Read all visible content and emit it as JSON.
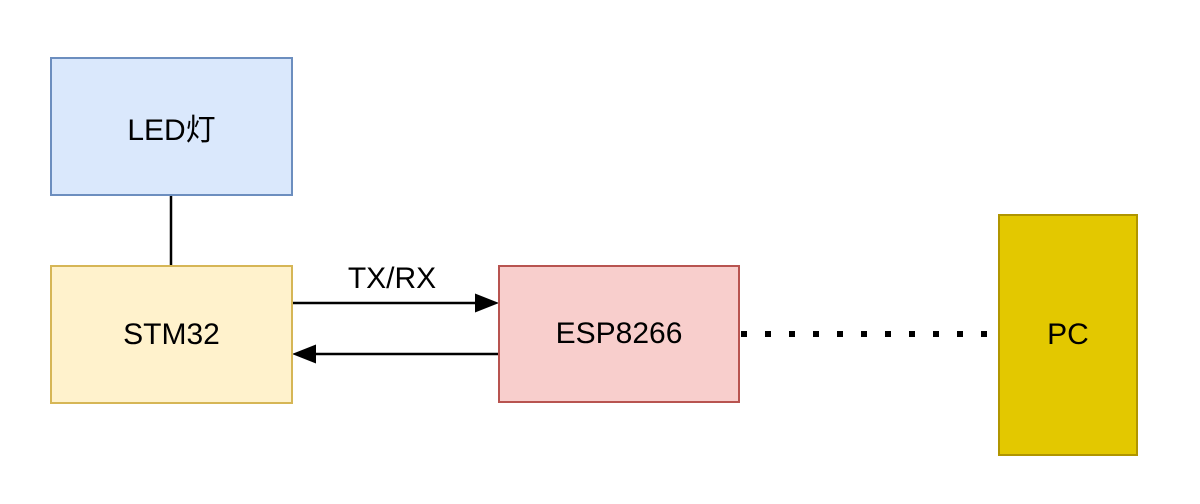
{
  "diagram": {
    "background": "#ffffff",
    "line_color": "#000000",
    "nodes": [
      {
        "id": "led",
        "label": "LED灯",
        "fill": "#dae8fc",
        "border": "#6c8ebf"
      },
      {
        "id": "stm32",
        "label": "STM32",
        "fill": "#fff2cc",
        "border": "#d6b656"
      },
      {
        "id": "esp8266",
        "label": "ESP8266",
        "fill": "#f8cecc",
        "border": "#b85450"
      },
      {
        "id": "pc",
        "label": "PC",
        "fill": "#e3c800",
        "border": "#b09500"
      }
    ],
    "edges": [
      {
        "from": "led",
        "to": "stm32",
        "style": "solid",
        "label": ""
      },
      {
        "from": "stm32",
        "to": "esp8266",
        "style": "arrow",
        "label": "TX/RX"
      },
      {
        "from": "esp8266",
        "to": "stm32",
        "style": "arrow",
        "label": ""
      },
      {
        "from": "esp8266",
        "to": "pc",
        "style": "dotted",
        "label": ""
      }
    ]
  }
}
